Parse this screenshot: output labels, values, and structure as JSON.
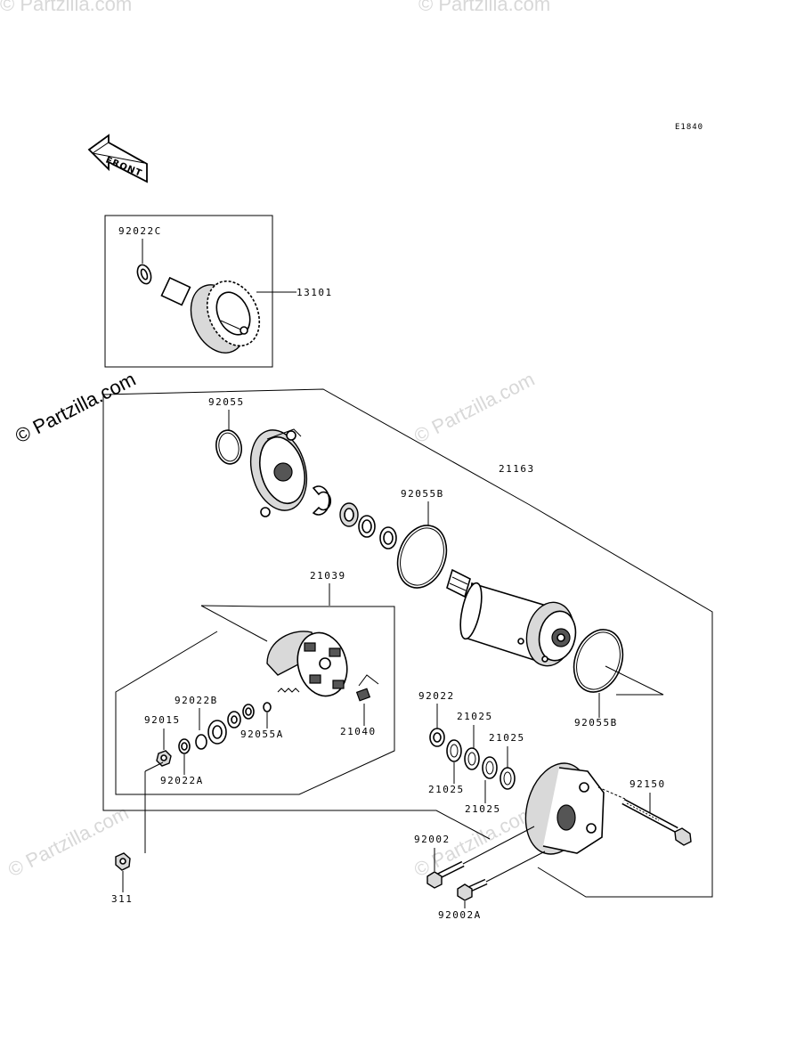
{
  "diagram_code": "E1840",
  "front_arrow_label": "FRONT",
  "watermarks": {
    "main": "© Partzilla.com",
    "ghost": "© Partzilla.com"
  },
  "parts": {
    "p92022C": "92022C",
    "p13101": "13101",
    "p92055": "92055",
    "p21163": "21163",
    "p92055B_top": "92055B",
    "p21039": "21039",
    "p92022B": "92022B",
    "p92015": "92015",
    "p92055A": "92055A",
    "p21040": "21040",
    "p92022A": "92022A",
    "p92022": "92022",
    "p21025_a": "21025",
    "p21025_b": "21025",
    "p21025_c": "21025",
    "p21025_d": "21025",
    "p92055B_bottom": "92055B",
    "p92150": "92150",
    "p92002": "92002",
    "p92002A": "92002A",
    "p311": "311"
  }
}
